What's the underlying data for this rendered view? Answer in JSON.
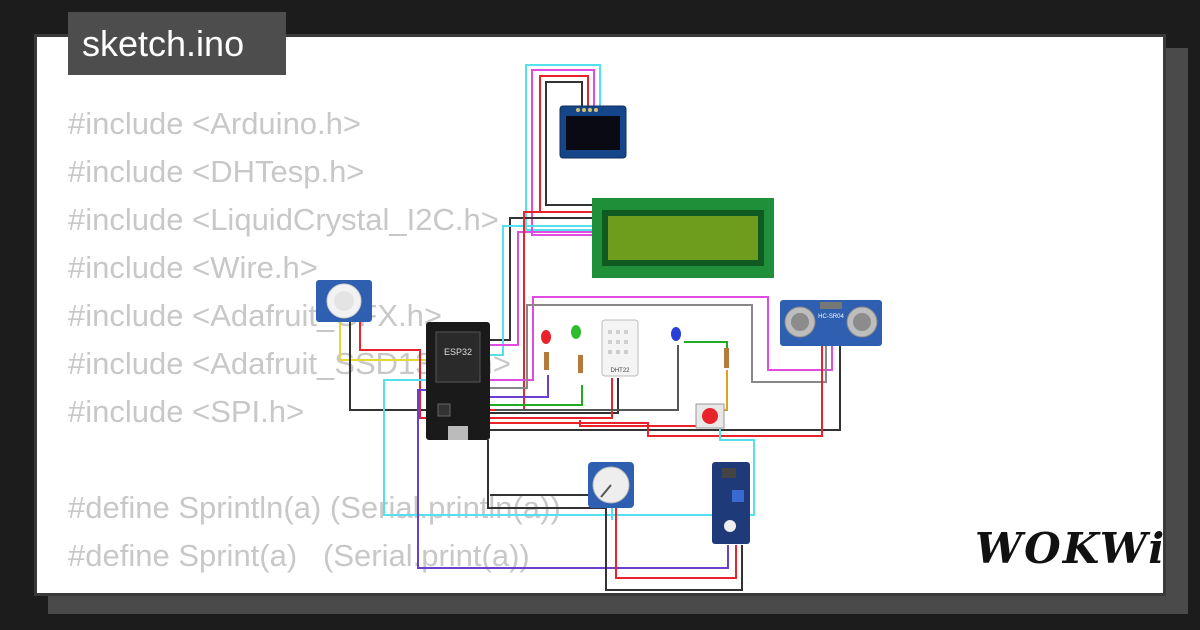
{
  "tab": {
    "title": "sketch.ino"
  },
  "code_lines": [
    "#include <Arduino.h>",
    "#include <DHTesp.h>",
    "#include <LiquidCrystal_I2C.h>",
    "#include <Wire.h>",
    "#include <Adafruit_GFX.h>",
    "#include <Adafruit_SSD1306.h>",
    "#include <SPI.h>",
    "",
    "#define Sprintln(a) (Serial.println(a))",
    "#define Sprint(a)   (Serial.print(a))"
  ],
  "components": {
    "esp32_label": "ESP32",
    "dht_label": "DHT22",
    "ultrasonic_label": "HC-SR04"
  },
  "brand": {
    "logo": "WOKWi"
  },
  "colors": {
    "background": "#1c1c1c",
    "card": "#ffffff",
    "tab": "#4d4d4d",
    "code_text": "#c8c8c8",
    "wire_red": "#e8232b",
    "wire_black": "#333333",
    "wire_cyan": "#55e0ee",
    "wire_magenta": "#e04ce0",
    "wire_green": "#22aa22",
    "wire_purple": "#6a3fd0",
    "lcd_green": "#1f8f3a"
  }
}
